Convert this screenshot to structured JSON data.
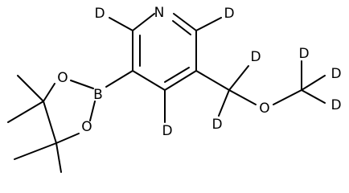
{
  "molecule": {
    "atoms": {
      "N": "N",
      "B": "B",
      "O_ring_top": "O",
      "O_ring_bottom": "O",
      "O_ether": "O",
      "D_ring_top_left": "D",
      "D_ring_top_right": "D",
      "D_ring_bottom": "D",
      "D_ch2_top": "D",
      "D_ch2_bottom": "D",
      "D_methyl_top": "D",
      "D_methyl_right": "D",
      "D_methyl_bottom": "D"
    }
  }
}
